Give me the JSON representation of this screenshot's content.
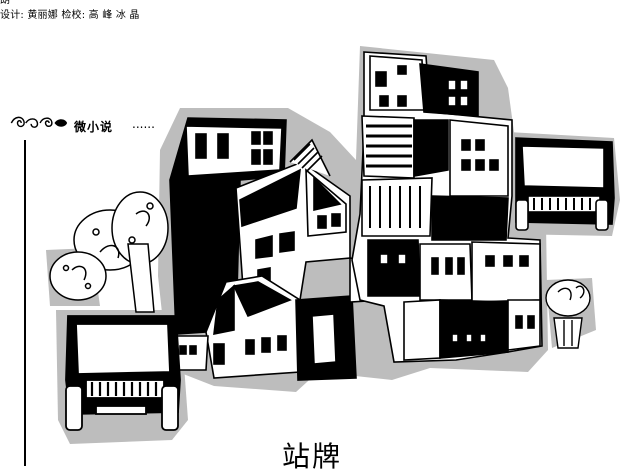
{
  "credits": {
    "top_fragment": "朗一",
    "design_line": "设计: 黄丽娜  检校: 高  峰  冰  晶"
  },
  "section": {
    "title": "微小说",
    "dots": "......"
  },
  "page": {
    "bottom_title": "站牌"
  },
  "illustration": {
    "subjects": [
      "buildings",
      "trucks",
      "trees"
    ],
    "colors": {
      "ink": "#000000",
      "shadow": "#bdbdbd",
      "paper": "#ffffff"
    }
  }
}
